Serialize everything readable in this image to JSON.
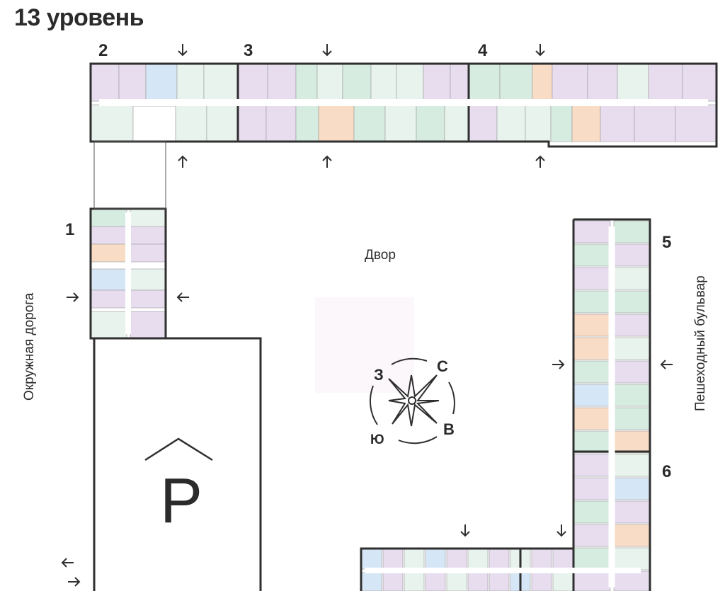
{
  "header": {
    "title": "13 уровень"
  },
  "sections": [
    {
      "label": "1"
    },
    {
      "label": "2"
    },
    {
      "label": "3"
    },
    {
      "label": "4"
    },
    {
      "label": "5"
    },
    {
      "label": "6"
    }
  ],
  "labels": {
    "courtyard": "Двор",
    "left_road": "Окружная дорога",
    "right_road": "Пешеходный бульвар",
    "parking": "P"
  },
  "compass": {
    "north": "С",
    "east": "В",
    "south": "Ю",
    "west": "З"
  },
  "colors": {
    "purple": "#e7ddef",
    "green": "#d6ece1",
    "lightgreen": "#e9f3ee",
    "blue": "#d5e6f6",
    "orange": "#f8dcc5",
    "wall": "#2f2f2f"
  }
}
